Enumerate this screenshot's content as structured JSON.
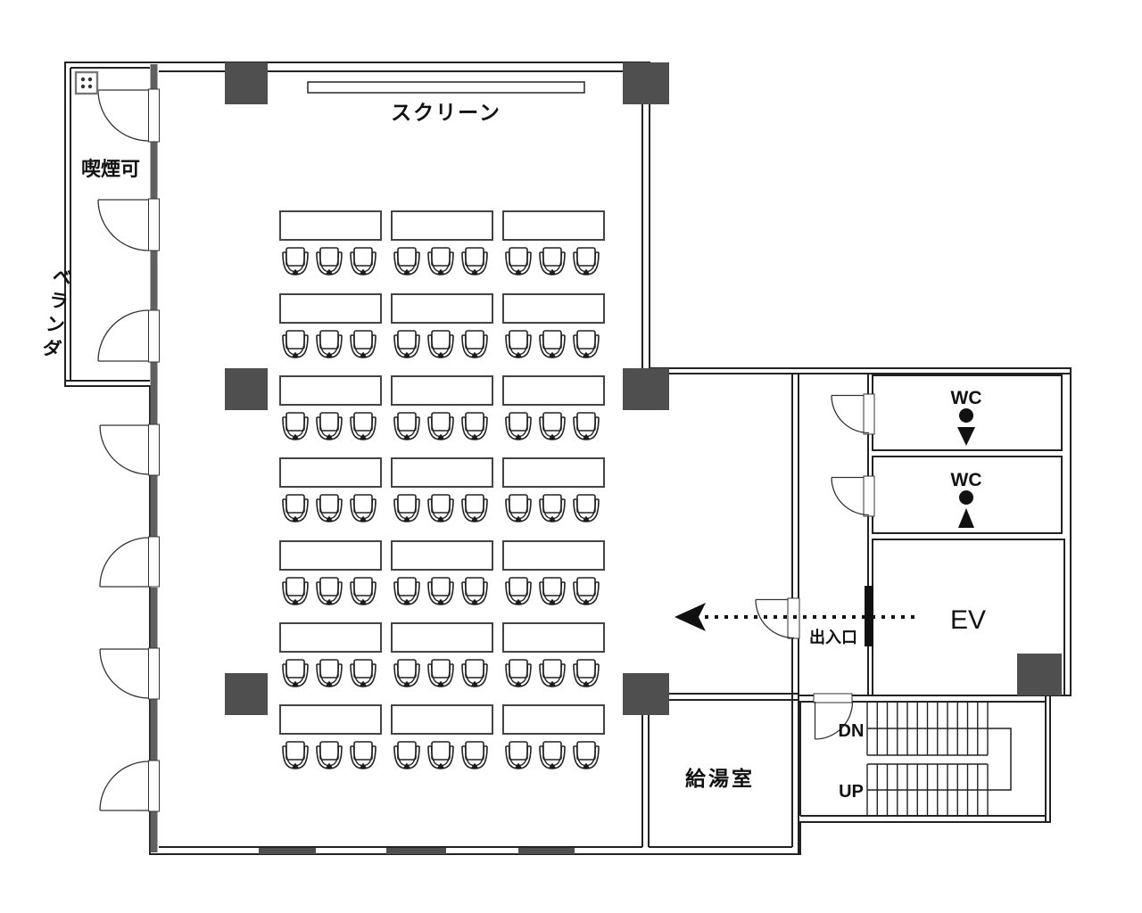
{
  "floor_plan": {
    "labels": {
      "screen": "スクリーン",
      "smoking_allowed": "喫煙可",
      "veranda": "ベランダ",
      "entrance_exit": "出入口",
      "kitchenette": "給湯室",
      "elevator": "EV",
      "stairs_down": "DN",
      "stairs_up": "UP",
      "wc_mens": "WC",
      "wc_womens": "WC"
    },
    "seating": {
      "rows": 7,
      "tables_per_row": 3,
      "chairs_per_table": 3,
      "total_chairs": 63
    },
    "stairs": {
      "steps_per_flight": 13
    },
    "colors": {
      "wall": "#222222",
      "pillar": "#4f4f4f",
      "background": "#ffffff"
    }
  }
}
